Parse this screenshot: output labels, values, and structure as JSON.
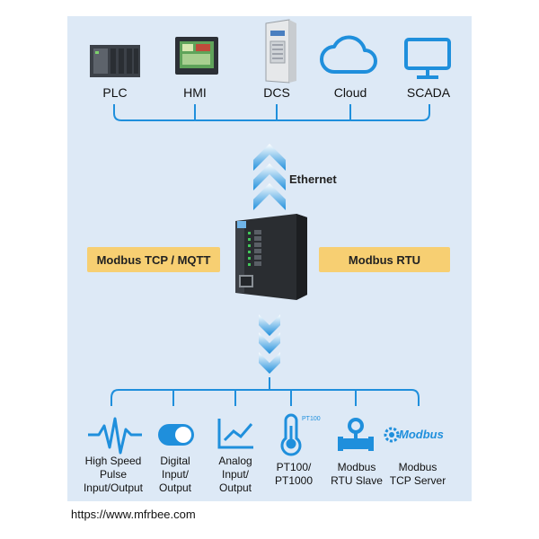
{
  "top_devices": [
    {
      "label": "PLC",
      "icon": "plc-icon"
    },
    {
      "label": "HMI",
      "icon": "hmi-icon"
    },
    {
      "label": "DCS",
      "icon": "dcs-cabinet-icon"
    },
    {
      "label": "Cloud",
      "icon": "cloud-icon"
    },
    {
      "label": "SCADA",
      "icon": "scada-monitor-icon"
    }
  ],
  "ethernet_label": "Ethernet",
  "left_protocol": "Modbus TCP / MQTT",
  "right_protocol": "Modbus RTU",
  "bottom_items": [
    {
      "label": "High Speed\nPulse\nInput/Output",
      "icon": "pulse-wave-icon"
    },
    {
      "label": "Digital\nInput/\nOutput",
      "icon": "toggle-switch-icon"
    },
    {
      "label": "Analog\nInput/\nOutput",
      "icon": "line-chart-icon"
    },
    {
      "label": "PT100/\nPT1000",
      "icon": "thermometer-icon",
      "tag": "PT100"
    },
    {
      "label": "Modbus\nRTU Slave",
      "icon": "flow-meter-icon"
    },
    {
      "label": "Modbus\nTCP Server",
      "icon": "modbus-logo-icon",
      "logo_text": "Modbus"
    }
  ],
  "footer_url": "https://www.mfrbee.com",
  "colors": {
    "accent_blue": "#1f8fdc",
    "panel_bg": "#dde9f6",
    "pill_yellow": "#f7cf72"
  }
}
